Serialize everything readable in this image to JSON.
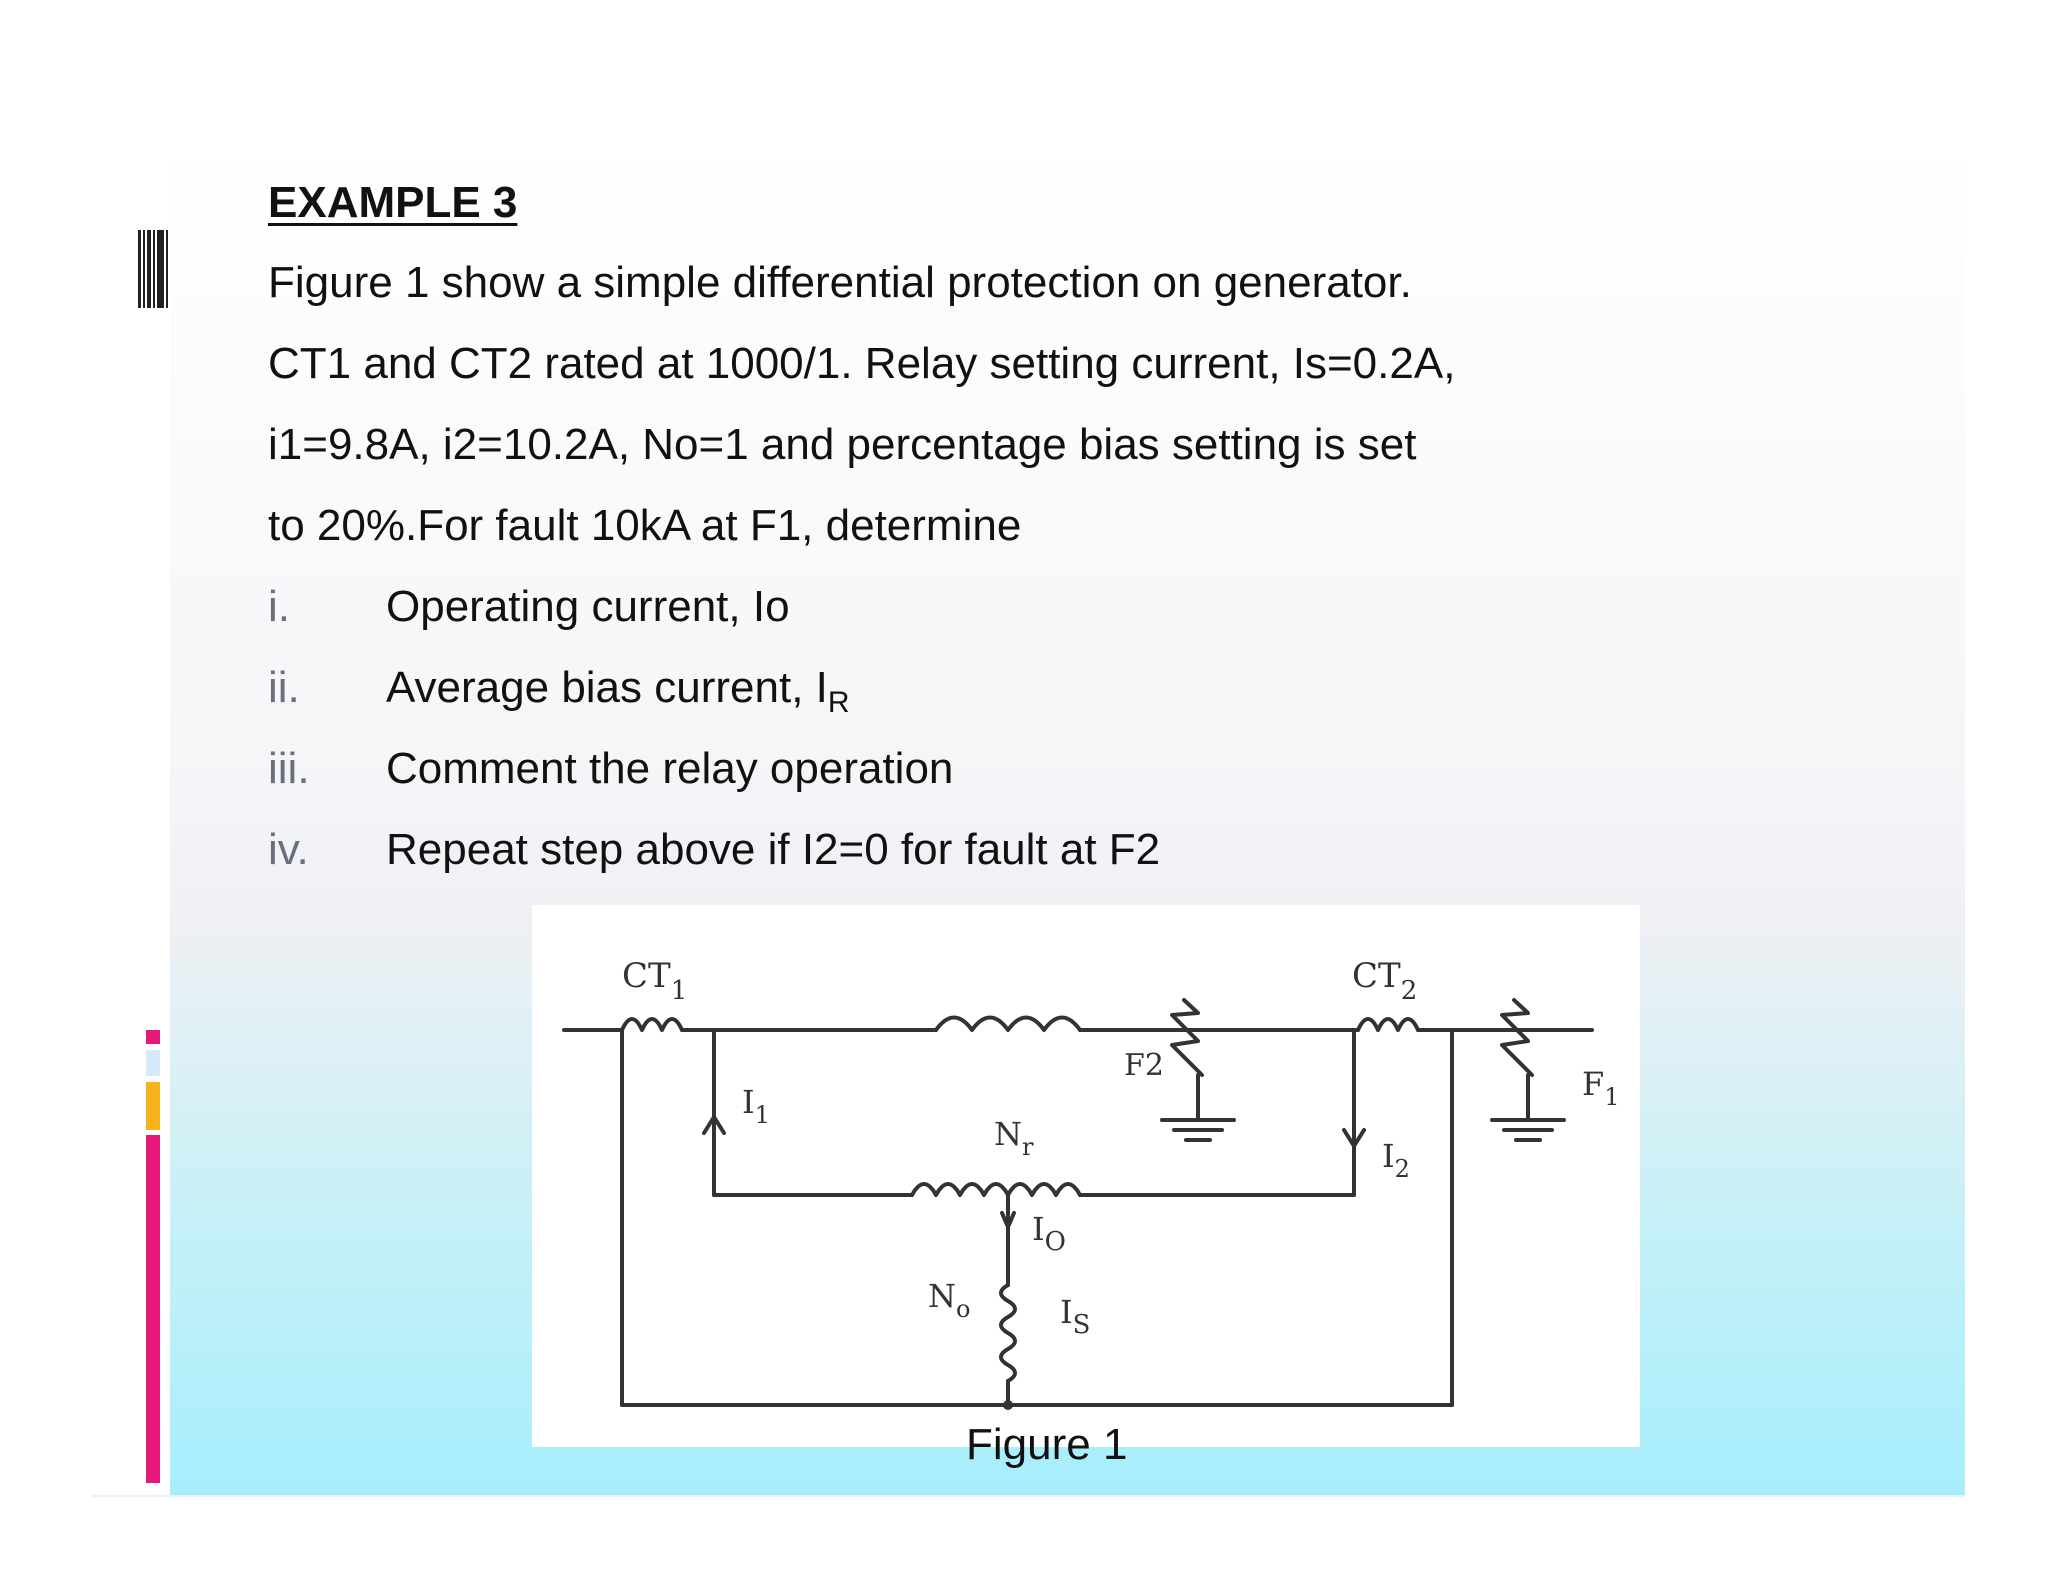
{
  "example": {
    "heading": "EXAMPLE 3",
    "paragraph": [
      "Figure 1 show a simple differential protection on generator.",
      "CT1 and CT2 rated at 1000/1. Relay setting current, Is=0.2A,",
      "i1=9.8A, i2=10.2A, No=1 and percentage bias setting is set",
      "to 20%.For fault 10kA at F1, determine"
    ],
    "items": [
      {
        "num": "i.",
        "text": "Operating current, Io"
      },
      {
        "num": "ii.",
        "text": "Average bias current, I",
        "sub": "R"
      },
      {
        "num": "iii.",
        "text": "Comment the relay operation"
      },
      {
        "num": "iv.",
        "text": "Repeat step above if I2=0 for fault at F2"
      }
    ]
  },
  "figure": {
    "caption": "Figure 1",
    "labels": {
      "ct1": "CT",
      "ct1_sub": "1",
      "ct2": "CT",
      "ct2_sub": "2",
      "i1": "I",
      "i1_sub": "1",
      "i2": "I",
      "i2_sub": "2",
      "f1": "F",
      "f1_sub": "1",
      "f2": "F2",
      "nr": "N",
      "nr_sub": "r",
      "io": "I",
      "io_sub": "O",
      "no": "N",
      "no_sub": "o",
      "is": "I",
      "is_sub": "S"
    }
  },
  "colors": {
    "accent_pink": "#e8177a",
    "accent_yellow": "#f7b319",
    "accent_lightblue": "#d6e9fb",
    "panel_bottom": "#a6eefc"
  }
}
